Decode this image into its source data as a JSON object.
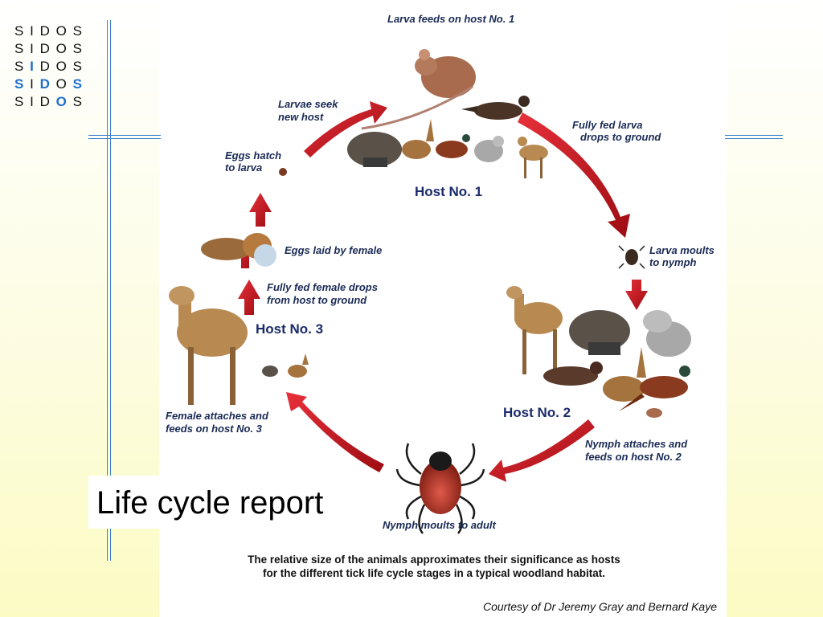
{
  "logo": {
    "rows": [
      {
        "letters": [
          "S",
          "I",
          "D",
          "O",
          "S"
        ],
        "highlight": []
      },
      {
        "letters": [
          "S",
          "I",
          "D",
          "O",
          "S"
        ],
        "highlight": []
      },
      {
        "letters": [
          "S",
          "I",
          "D",
          "O",
          "S"
        ],
        "highlight": [
          1
        ]
      },
      {
        "letters": [
          "S",
          "I",
          "D",
          "O",
          "S"
        ],
        "highlight": [
          0,
          2,
          4
        ]
      },
      {
        "letters": [
          "S",
          "I",
          "D",
          "O",
          "S"
        ],
        "highlight": [
          3
        ]
      }
    ],
    "accent_color": "#1e6fd0"
  },
  "diagram": {
    "labels": {
      "larva_feeds": "Larva feeds on host No. 1",
      "larvae_seek_1": "Larvae seek",
      "larvae_seek_2": "new host",
      "fully_fed_larva_1": "Fully fed larva",
      "fully_fed_larva_2": "drops to ground",
      "eggs_hatch_1": "Eggs hatch",
      "eggs_hatch_2": "to larva",
      "eggs_laid": "Eggs laid by female",
      "larva_moults_1": "Larva moults",
      "larva_moults_2": "to nymph",
      "fully_fed_female_1": "Fully fed female drops",
      "fully_fed_female_2": "from host to ground",
      "female_attaches_1": "Female attaches and",
      "female_attaches_2": "feeds on host No. 3",
      "nymph_attaches_1": "Nymph attaches and",
      "nymph_attaches_2": "feeds on host No. 2",
      "nymph_moults": "Nymph moults to adult"
    },
    "hosts": {
      "host1": "Host No. 1",
      "host2": "Host No. 2",
      "host3": "Host No. 3"
    },
    "note_1": "The relative size of the animals approximates their significance as hosts",
    "note_2": "for the different tick life cycle stages in a typical woodland habitat.",
    "credit": "Courtesy of Dr Jeremy Gray and Bernard Kaye",
    "arrow_color": "#c8141c"
  },
  "slide": {
    "title": "Life cycle report"
  }
}
